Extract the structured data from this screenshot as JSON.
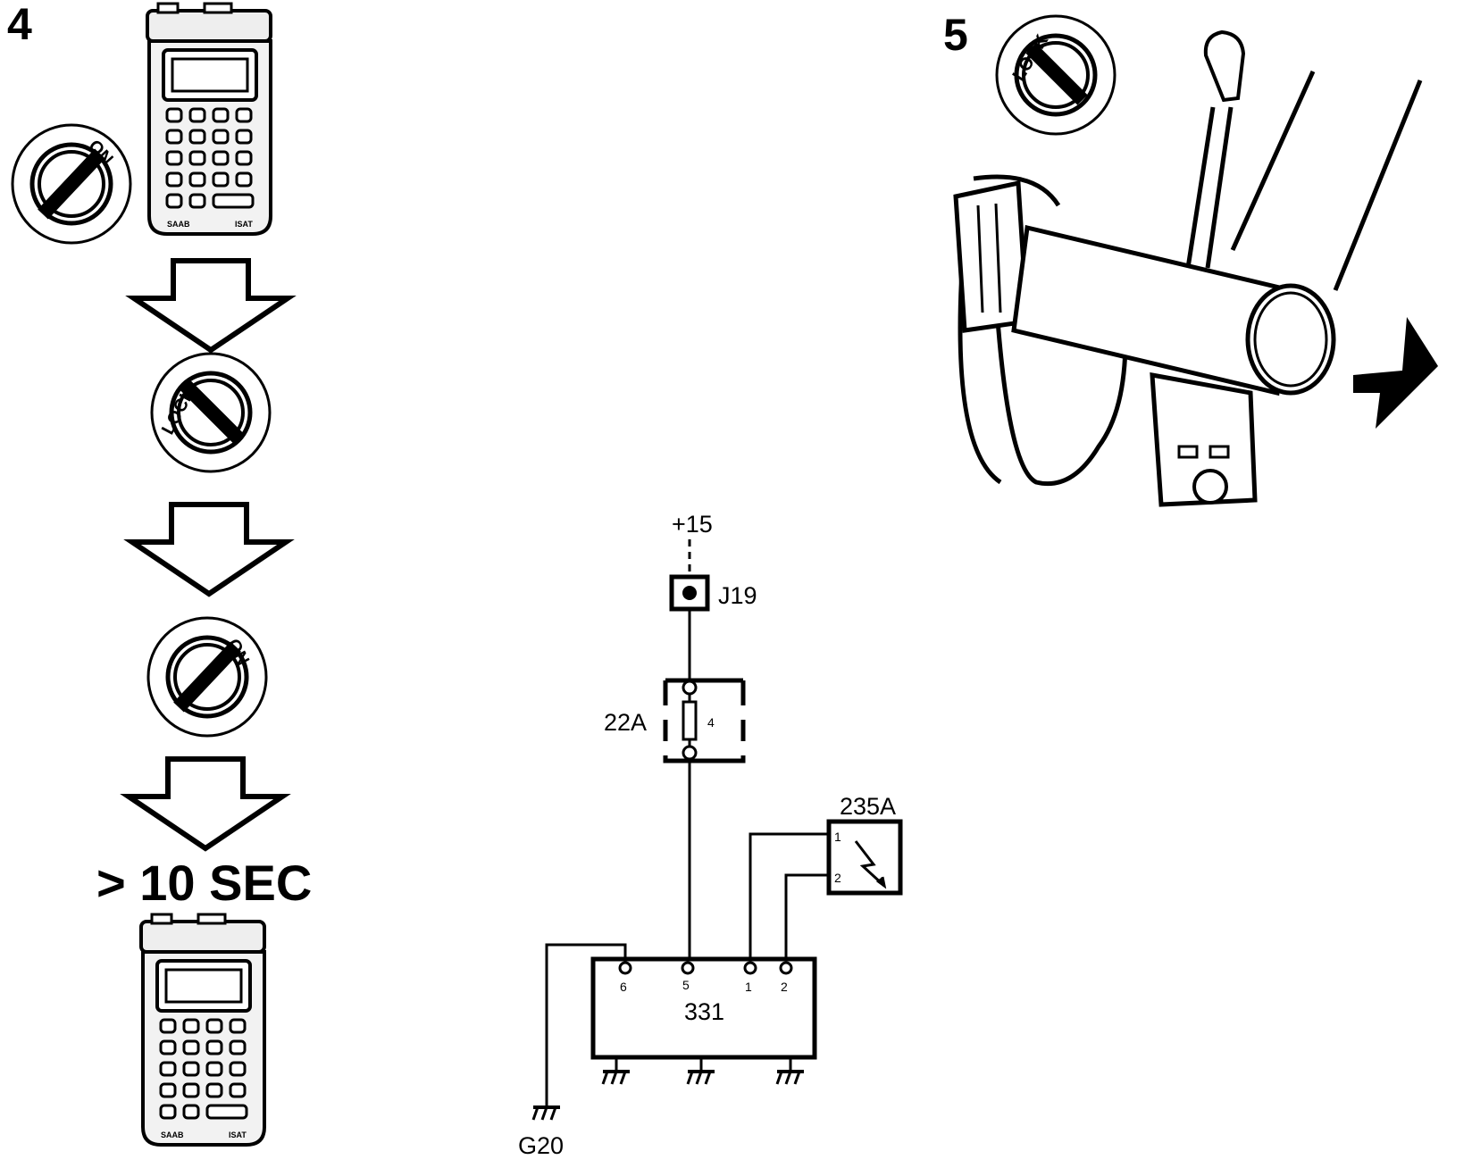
{
  "steps": {
    "step4_number": "4",
    "step5_number": "5",
    "duration_label": "> 10 SEC"
  },
  "ignition": {
    "on_label": "ON",
    "lock_label": "LOCK"
  },
  "tester": {
    "left_brand": "SAAB",
    "right_brand": "ISAT"
  },
  "wiring": {
    "supply_label": "+15",
    "connector_label": "J19",
    "fuse_box_label": "22A",
    "fuse_number": "4",
    "component_label": "235A",
    "component_pin1": "1",
    "component_pin2": "2",
    "module_label": "331",
    "module_pins": [
      "6",
      "5",
      "1",
      "2"
    ],
    "ground_label": "G20"
  },
  "colors": {
    "ink": "#000000",
    "paper": "#ffffff",
    "tester_body": "#f2f2f2"
  }
}
